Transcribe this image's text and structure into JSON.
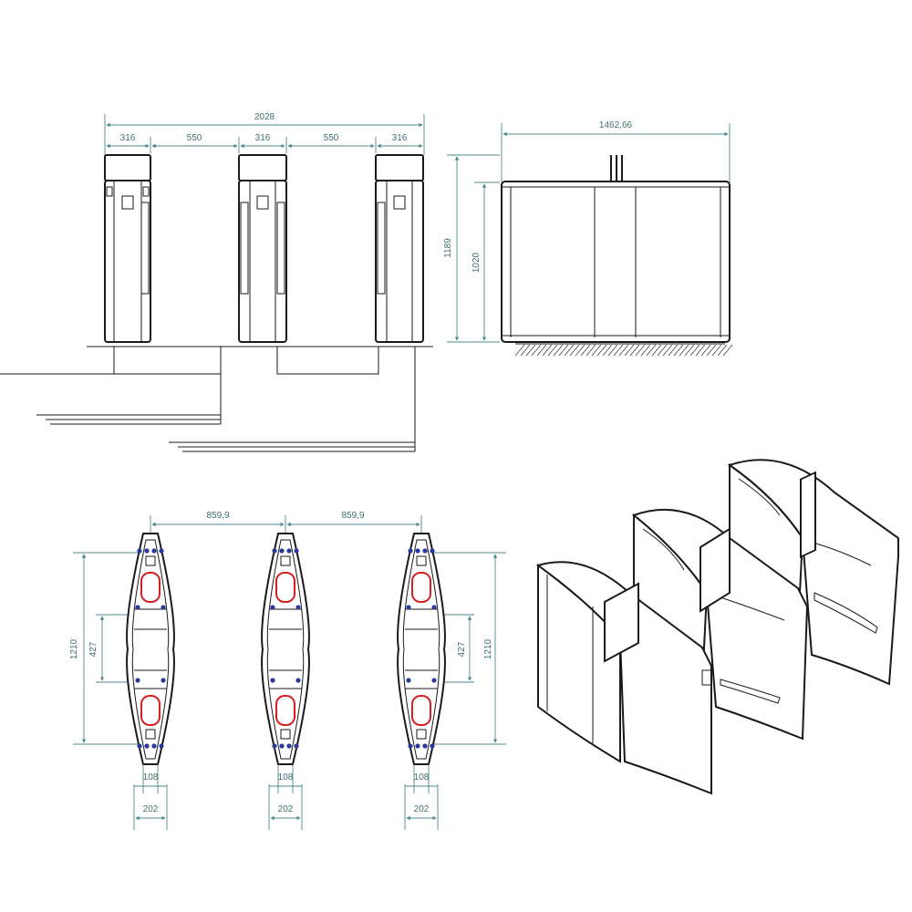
{
  "front_view": {
    "overall_width": "2028",
    "segments": [
      "316",
      "550",
      "316",
      "550",
      "316"
    ]
  },
  "side_view": {
    "length": "1462,66",
    "total_height": "1189",
    "body_height": "1020"
  },
  "top_view": {
    "spacing": [
      "859,9",
      "859,9"
    ],
    "length": "1210",
    "middle": "427",
    "inner_width": "108",
    "outer_width": "202"
  },
  "colors": {
    "dimension": "#4e8a8a",
    "outline": "#1a1a1a",
    "reader_mark": "#d62020",
    "bolt": "#2b3a9a"
  }
}
